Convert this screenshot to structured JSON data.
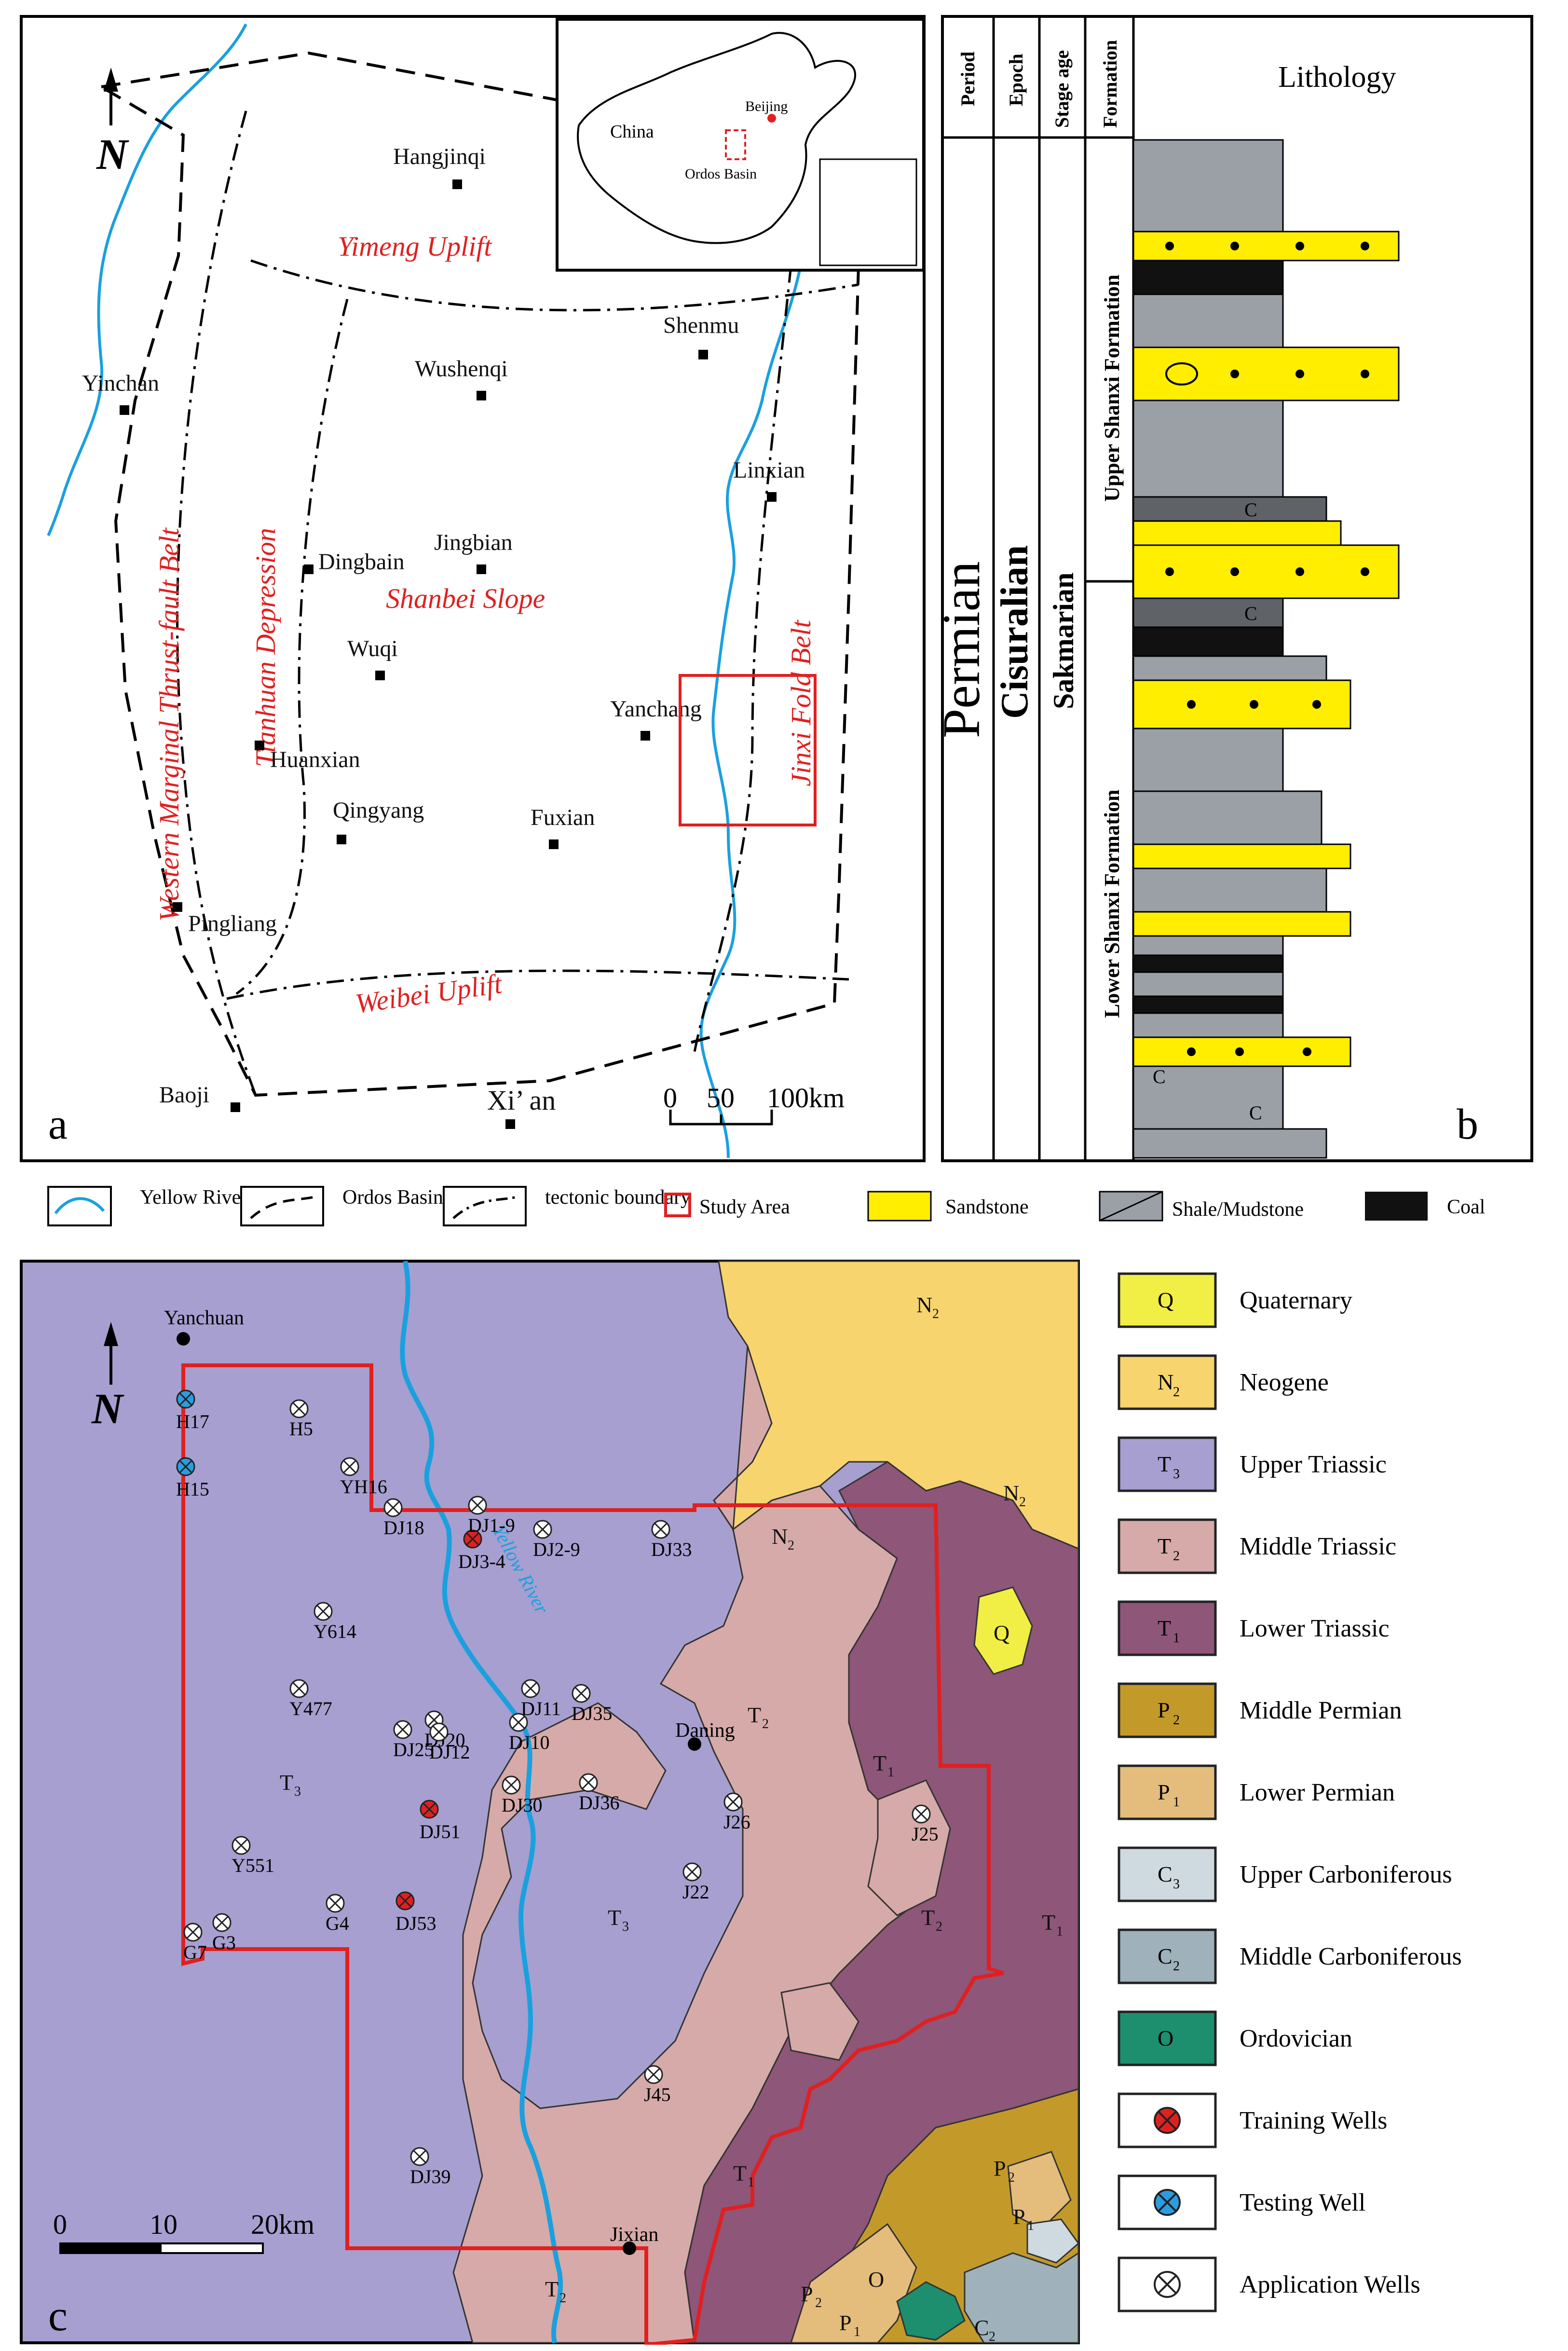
{
  "panel_a": {
    "label": "a",
    "north": "N",
    "inset": {
      "country": "China",
      "capital": "Beijing",
      "basin": "Ordos Basin"
    },
    "regions": [
      "Yimeng Uplift",
      "Western Marginal Thrust-fault Belt",
      "Tianhuan Depression",
      "Shanbei Slope",
      "Jinxi Fold Belt",
      "Weibei Uplift"
    ],
    "cities": [
      "Hangjinqi",
      "Shenmu",
      "Yinchan",
      "Wushenqi",
      "Linxian",
      "Dingbain",
      "Jingbian",
      "Wuqi",
      "Yanchang",
      "Huanxian",
      "Qingyang",
      "Fuxian",
      "Pingliang",
      "Baoji",
      "Xi’ an"
    ],
    "scale": {
      "t0": "0",
      "t1": "50",
      "t2": "100km"
    }
  },
  "panel_b": {
    "label": "b",
    "headers": [
      "Period",
      "Epoch",
      "Stage age",
      "Formation",
      "Lithology"
    ],
    "period": "Permian",
    "epoch": "Cisuralian",
    "stage": "Sakmarian",
    "upper_formation": "Upper Shanxi Formation",
    "lower_formation": "Lower Shanxi Formation",
    "coal_symbol": "C"
  },
  "legend_top": {
    "yellow_river": "Yellow River",
    "ordos_basin": "Ordos Basin",
    "tectonic_boundary": "tectonic boundary",
    "study_area": "Study Area",
    "sandstone": "Sandstone",
    "shale": "Shale/Mudstone",
    "coal": "Coal"
  },
  "panel_c": {
    "label": "c",
    "north": "N",
    "cities": [
      "Yanchuan",
      "Daning",
      "Jixian"
    ],
    "river": "Yellow River",
    "units": {
      "T3": "T",
      "T2": "T",
      "T1": "T",
      "N2": "N",
      "Q": "Q",
      "P2": "P",
      "P1": "P",
      "O": "O",
      "C2": "C"
    },
    "training_wells": [
      "DJ3-4",
      "DJ51",
      "DJ53"
    ],
    "testing_wells": [
      "H17",
      "H15"
    ],
    "application_wells": [
      "H5",
      "YH16",
      "DJ18",
      "DJ1-9",
      "DJ2-9",
      "DJ33",
      "Y614",
      "Y477",
      "DJ20",
      "DJ12",
      "DJ25",
      "DJ11",
      "DJ10",
      "DJ35",
      "DJ30",
      "DJ36",
      "J26",
      "J25",
      "Y551",
      "G7",
      "G3",
      "G4",
      "J22",
      "J45",
      "DJ39"
    ],
    "scale": {
      "t0": "0",
      "t1": "10",
      "t2": "20km"
    }
  },
  "legend_right": [
    {
      "code": "Q",
      "sub": "",
      "label": "Quaternary",
      "color": "#f1ee46"
    },
    {
      "code": "N",
      "sub": "2",
      "label": "Neogene",
      "color": "#f7d46e"
    },
    {
      "code": "T",
      "sub": "3",
      "label": "Upper Triassic",
      "color": "#a69fcf"
    },
    {
      "code": "T",
      "sub": "2",
      "label": "Middle Triassic",
      "color": "#d6aaa8"
    },
    {
      "code": "T",
      "sub": "1",
      "label": "Lower Triassic",
      "color": "#8e5678"
    },
    {
      "code": "P",
      "sub": "2",
      "label": "Middle Permian",
      "color": "#c39a2a"
    },
    {
      "code": "P",
      "sub": "1",
      "label": "Lower Permian",
      "color": "#e4bd7c"
    },
    {
      "code": "C",
      "sub": "3",
      "label": "Upper Carboniferous",
      "color": "#cfd9e0"
    },
    {
      "code": "C",
      "sub": "2",
      "label": "Middle Carboniferous",
      "color": "#9fb1bb"
    },
    {
      "code": "O",
      "sub": "",
      "label": "Ordovician",
      "color": "#1d8e6e"
    },
    {
      "code": "",
      "sub": "",
      "label": "Training Wells",
      "color": "#e02020"
    },
    {
      "code": "",
      "sub": "",
      "label": "Testing Well",
      "color": "#2a9de0"
    },
    {
      "code": "",
      "sub": "",
      "label": "Application Wells",
      "color": "#ffffff"
    }
  ]
}
